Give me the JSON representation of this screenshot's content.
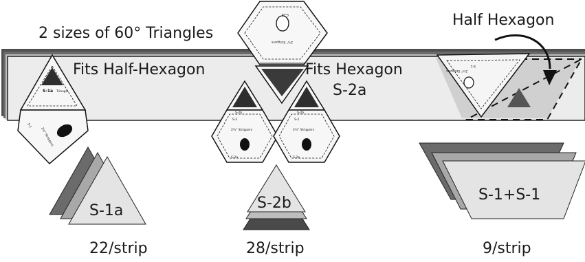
{
  "title": "2 sizes of 60° Triangles",
  "half_hexagon_title": "Half Hexagon",
  "strip_labels": {
    "fits_half_hexagon": "Fits Half-Hexagon",
    "fits_hexagon": "Fits Hexagon",
    "fits_hexagon_code": "S-2a"
  },
  "piles": [
    {
      "shape": "S-1a",
      "count": "22/strip"
    },
    {
      "shape": "S-2b",
      "count": "28/strip"
    },
    {
      "shape": "S-1+S-1",
      "count": "9/strip"
    }
  ],
  "rulers": {
    "s1a_main": "S-1a",
    "s1a_sub": "Triangle",
    "s1_half": "S-1",
    "s1_half_sub": "Half Hex",
    "strippers": "2½\" Strippers",
    "s2b": "S-2b",
    "s2b_sub": "Triangle",
    "s2": "S-2",
    "s2_sub": "Cornerhead",
    "s2a": "S-2a",
    "s2a_sub": "Hexagon",
    "made_in": "Made in U.S.A.",
    "half_hex_code": "S-1"
  },
  "colors": {
    "strip_fill": "#ececec",
    "strip_shadow": "#5a5a5a",
    "dark_fabric": "#6b6b6b",
    "mid_fabric": "#a8a8a8",
    "light_fabric": "#e2e2e2",
    "triangle_dark": "#3c3c3c"
  }
}
